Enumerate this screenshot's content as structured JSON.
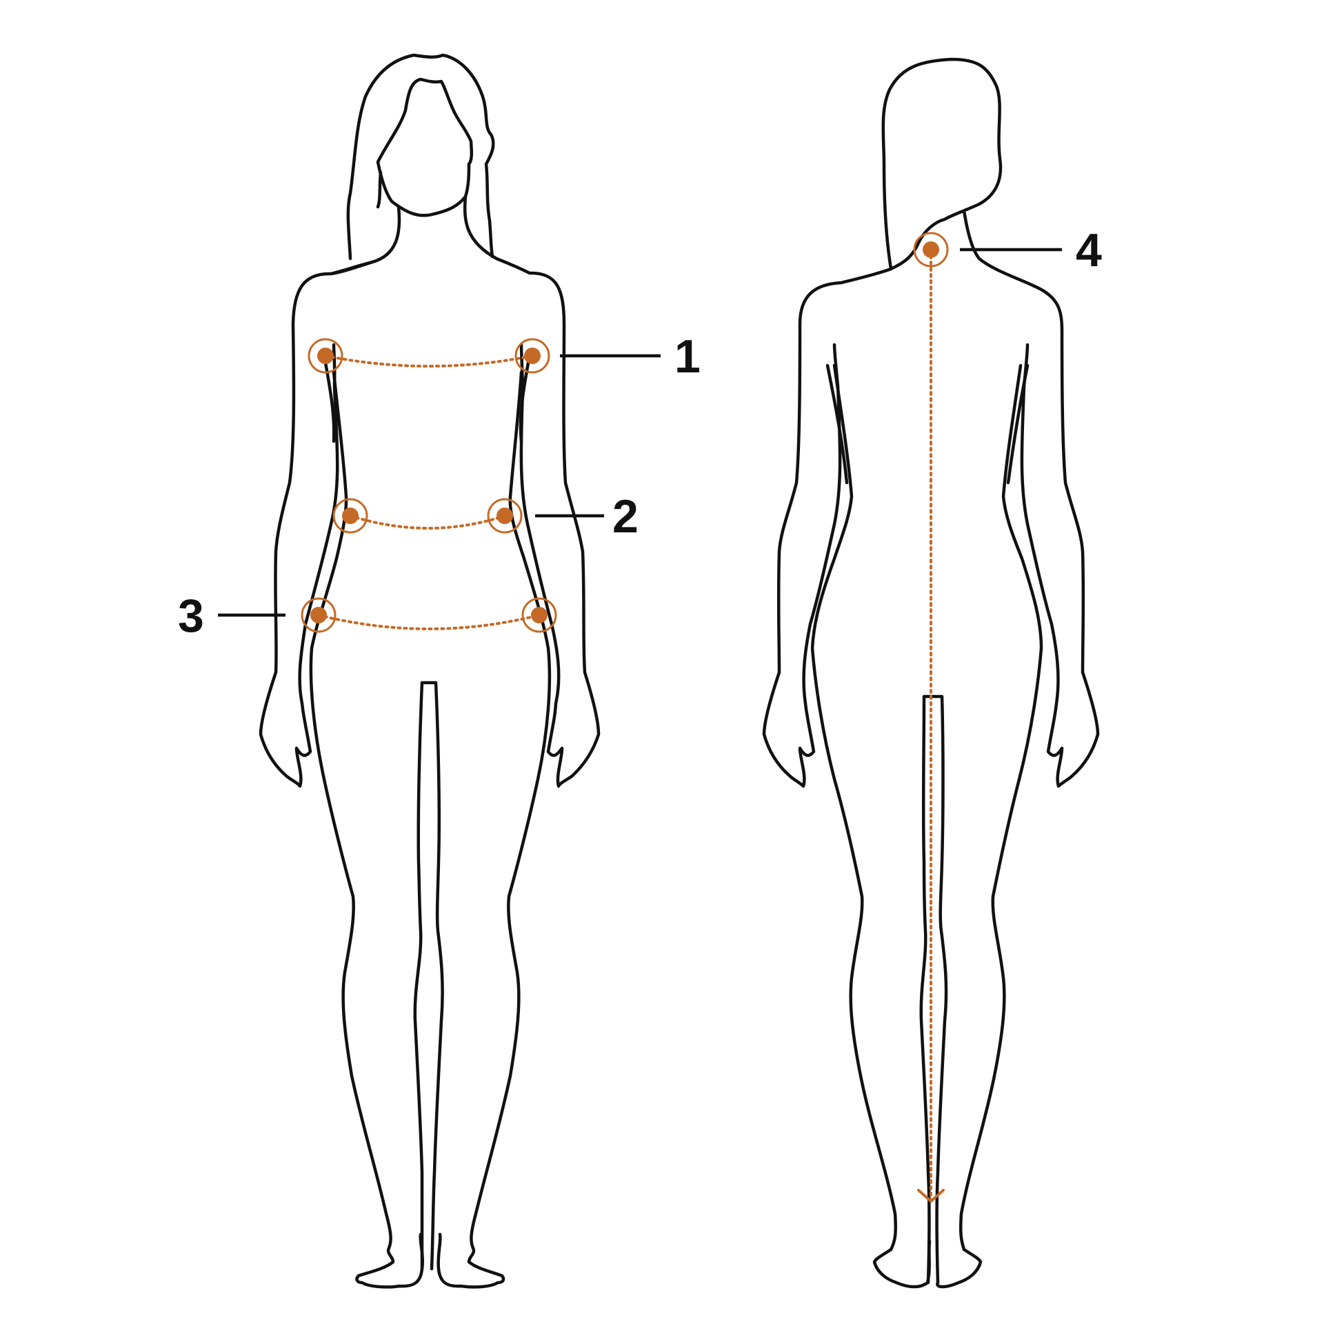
{
  "colors": {
    "accent": "#c46a26",
    "outline": "#111111",
    "background": "#ffffff"
  },
  "figures": {
    "front": "female-front-view",
    "back": "female-back-view"
  },
  "measurements": [
    {
      "label": "1"
    },
    {
      "label": "2"
    },
    {
      "label": "3"
    },
    {
      "label": "4"
    }
  ]
}
